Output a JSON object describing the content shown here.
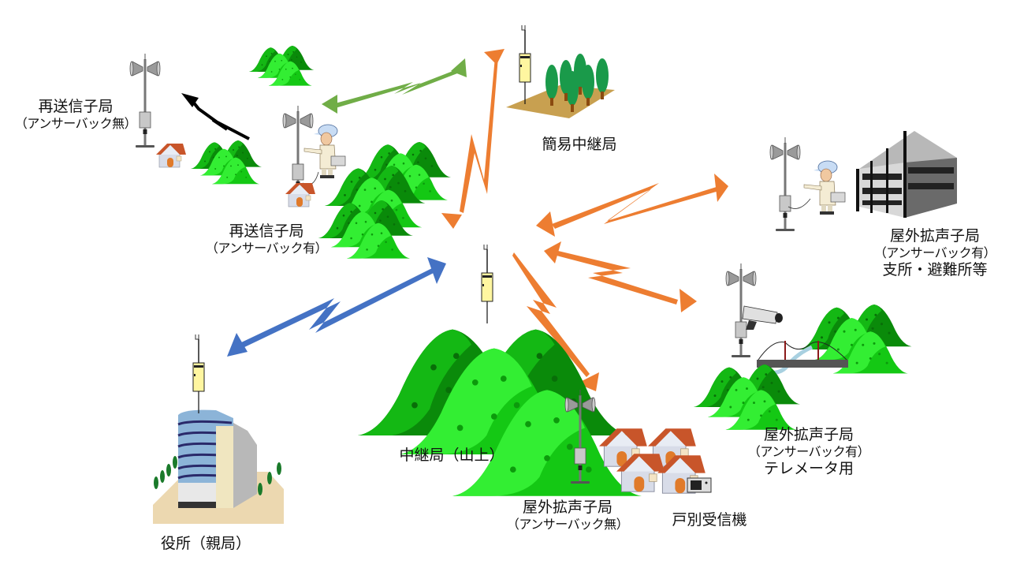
{
  "diagram": {
    "title_hidden": "",
    "nodes": {
      "resend_no_answer": {
        "name": "再送信子局",
        "note": "（アンサーバック無）"
      },
      "resend_answer": {
        "name": "再送信子局",
        "note": "（アンサーバック有）"
      },
      "simple_relay": {
        "name": "簡易中継局"
      },
      "outdoor_branch": {
        "name": "屋外拡声子局",
        "note": "（アンサーバック有）",
        "extra": "支所・避難所等"
      },
      "outdoor_telemeter": {
        "name": "屋外拡声子局",
        "note": "（アンサーバック有）",
        "extra": "テレメータ用"
      },
      "mountain_relay": {
        "name": "中継局（山上）"
      },
      "outdoor_no_answer": {
        "name": "屋外拡声子局",
        "note": "（アンサーバック無）"
      },
      "household_receiver": {
        "name": "戸別受信機"
      },
      "city_hall": {
        "name": "役所（親局）"
      }
    },
    "links": [
      {
        "from": "resend_answer",
        "to": "resend_no_answer",
        "direction": "one-way",
        "color": "#000000"
      },
      {
        "from": "resend_answer",
        "to": "simple_relay",
        "direction": "two-way",
        "color": "#70AD47"
      },
      {
        "from": "mountain_relay",
        "to": "simple_relay",
        "direction": "two-way",
        "color": "#ED7D31"
      },
      {
        "from": "mountain_relay",
        "to": "outdoor_branch",
        "direction": "two-way",
        "color": "#ED7D31"
      },
      {
        "from": "mountain_relay",
        "to": "outdoor_telemeter",
        "direction": "two-way",
        "color": "#ED7D31"
      },
      {
        "from": "mountain_relay",
        "to": "outdoor_no_answer",
        "direction": "one-way",
        "color": "#ED7D31"
      },
      {
        "from": "city_hall",
        "to": "mountain_relay",
        "direction": "two-way",
        "color": "#4472C4"
      }
    ]
  },
  "colors": {
    "orange": "#ED7D31",
    "blue": "#4472C4",
    "green_link": "#70AD47",
    "black_link": "#000000",
    "mountain_light": "#22E022",
    "mountain_dark": "#0A8A0A",
    "mountain_mid": "#14B814",
    "antenna_box": "#FFF6A0",
    "roof": "#C8552A"
  }
}
